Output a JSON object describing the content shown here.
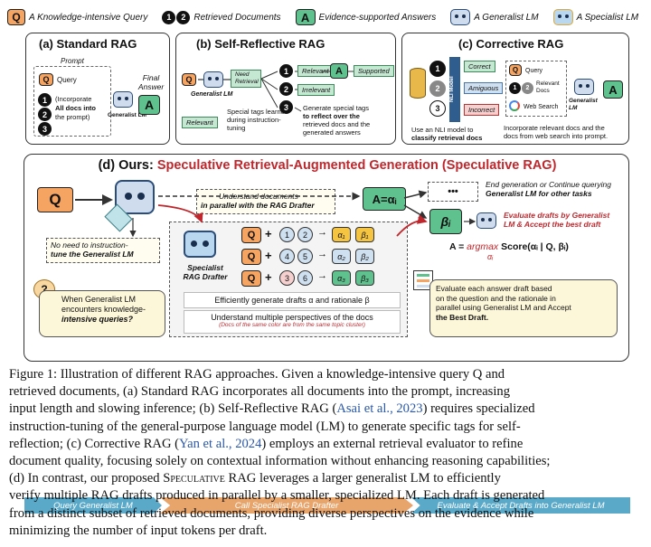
{
  "legend": {
    "query": "A Knowledge-intensive Query",
    "retrieved": "Retrieved Documents",
    "answers": "Evidence-supported Answers",
    "generalist": "A Generalist LM",
    "specialist": "A Specialist LM",
    "q_symbol": "Q",
    "a_symbol": "A",
    "doc1": "1",
    "doc2": "2"
  },
  "panel_a": {
    "title": "(a) Standard RAG",
    "prompt_label": "Prompt",
    "query_label": "Query",
    "incorporate_text_1": "(Incorporate",
    "incorporate_text_2": "All docs into",
    "incorporate_text_3": "the prompt)",
    "final_answer": "Final Answer",
    "generalist_lm": "Generalist LM",
    "docs": [
      "1",
      "2",
      "3"
    ]
  },
  "panel_b": {
    "title": "(b) Self-Reflective RAG",
    "need_retrieval": "Need Retrieval",
    "relevant": "Relevant",
    "irrelevant": "Irrelevant",
    "supported": "Supported",
    "relevant_tag": "Relevant",
    "generalist_lm": "Generalist LM",
    "special_tags": "Special tags learned during instruction-tuning",
    "generate_tags_1": "Generate special tags",
    "generate_tags_2": "to reflect over the",
    "generate_tags_3": "retrieved docs and the",
    "generate_tags_4": "generated answers",
    "docs": [
      "1",
      "2",
      "3"
    ]
  },
  "panel_c": {
    "title": "(c) Corrective RAG",
    "nli_model": "NLI Model",
    "correct": "Correct",
    "ambiguous": "Amiguous",
    "incorrect": "Incorrect",
    "query_label": "Query",
    "relevant_docs": "Relevant Docs",
    "web_search": "Web Search",
    "generalist_lm": "Generalist LM",
    "nli_caption_1": "Use an NLI model to",
    "nli_caption_2": "classify retrieval docs",
    "incorporate_caption_1": "Incorporate relevant docs and the",
    "incorporate_caption_2": "docs from web search into prompt.",
    "docs": [
      "1",
      "2",
      "3"
    ]
  },
  "panel_d": {
    "title_prefix": "(d) Ours: ",
    "title_highlight": "Speculative Retrieval-Augmented Generation (Speculative RAG)",
    "understand_1": "Understand documents",
    "understand_2": "in parallel with the RAG Drafter",
    "no_need_1": "No need to instruction-",
    "no_need_2": "tune the Generalist LM",
    "when_1": "When Generalist LM",
    "when_2": "encounters knowledge-",
    "when_3": "intensive queries?",
    "specialist_label_1": "Specialist",
    "specialist_label_2": "RAG Drafter",
    "efficiently": "Efficiently generate drafts α and rationale β",
    "multiple": "Understand multiple perspectives of the docs",
    "same_color": "(Docs of the same color are from the same topic cluster)",
    "end_1": "End generation or Continue querying",
    "end_2": "Generalist LM for other tasks",
    "evaluate_1": "Evaluate drafts by Generalist",
    "evaluate_2": "LM & Accept the best draft",
    "formula_lhs": "A = ",
    "formula_argmax": "argmax",
    "formula_rhs": "Score(αᵢ | Q, βᵢ)",
    "formula_sub": "αᵢ",
    "a_eq": "A=αᵢ",
    "beta_i": "βᵢ",
    "ellipsis": "•••",
    "eval_note_1": "Evaluate each answer draft based",
    "eval_note_2": "on the question and the rationale in",
    "eval_note_3": "parallel using Generalist LM and Accept",
    "eval_note_4": "the Best Draft.",
    "rows": [
      {
        "docs": [
          "1",
          "2"
        ],
        "alpha": "α₁",
        "beta": "β₁"
      },
      {
        "docs": [
          "4",
          "5"
        ],
        "alpha": "α₂",
        "beta": "β₂"
      },
      {
        "docs": [
          "3",
          "6"
        ],
        "alpha": "α₃",
        "beta": "β₃"
      }
    ],
    "bar_1": "Query Generalist LM",
    "bar_2": "Call Specialist RAG Drafter",
    "bar_3": "Evaluate & Accept Drafts into Generalist LM"
  },
  "caption": {
    "l1": "Figure 1: Illustration of different RAG approaches. Given a knowledge-intensive query Q and",
    "l2": "retrieved documents, (a) Standard RAG incorporates all documents into the prompt, increasing",
    "l3a": "input length and slowing inference; (b) Self-Reflective RAG (",
    "l3link": "Asai et al., 2023",
    "l3b": ") requires specialized",
    "l4": "instruction-tuning of the general-purpose language model (LM) to generate specific tags for self-",
    "l5a": "reflection; (c) Corrective RAG (",
    "l5link": "Yan et al., 2024",
    "l5b": ") employs an external retrieval evaluator to refine",
    "l6": "document quality, focusing solely on contextual information without enhancing reasoning capabilities;",
    "l7a": "(d) In contrast, our proposed ",
    "l7sc": "Speculative",
    "l7b": " RAG leverages a larger generalist LM to efficiently",
    "l8": "verify multiple RAG drafts produced in parallel by a smaller, specialized LM. Each draft is generated",
    "l9": "from a distinct subset of retrieved documents, providing diverse perspectives on the evidence while",
    "l10": "minimizing the number of input tokens per draft."
  }
}
